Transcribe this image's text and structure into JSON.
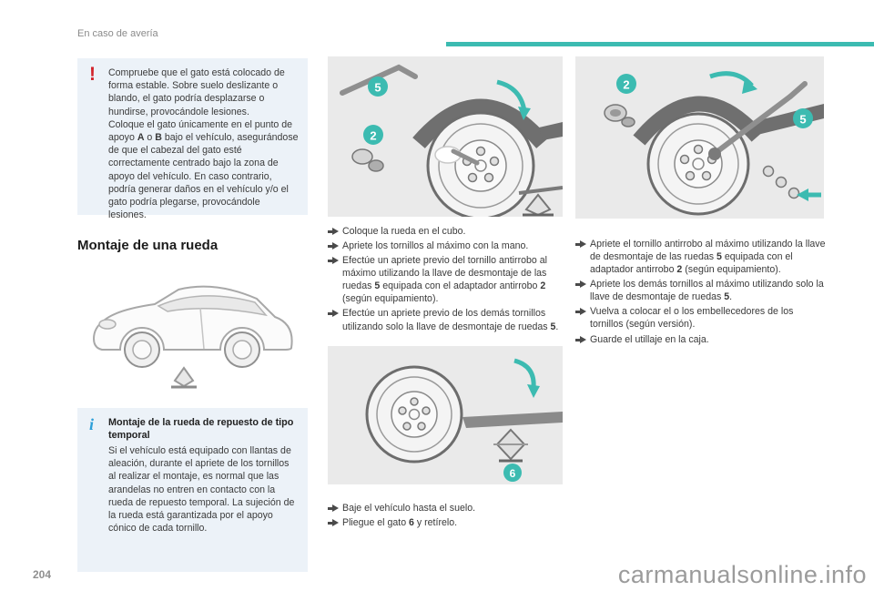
{
  "colors": {
    "accent_teal": "#3CBBB1",
    "block_bg": "#ECF2F8",
    "figure_bg": "#EAEAEA",
    "warning_red": "#D2232A",
    "info_blue": "#2D9FD8"
  },
  "page": {
    "header": "En caso de avería",
    "number": "204",
    "watermark": "carmanualsonline.info"
  },
  "warning": {
    "glyph": "!",
    "p1": "Compruebe que el gato está colocado de forma estable. Sobre suelo deslizante o blando, el gato podría desplazarse o hundirse, provocándole lesiones.",
    "p2_segments": [
      {
        "t": "Coloque el gato únicamente en el punto de apoyo "
      },
      {
        "t": "A",
        "b": true
      },
      {
        "t": " o "
      },
      {
        "t": "B",
        "b": true
      },
      {
        "t": " bajo el vehículo, asegurándose de que el cabezal del gato esté correctamente centrado bajo la zona de apoyo del vehículo. En caso contrario, podría generar daños en el vehículo y/o el gato podría plegarse, provocándole lesiones."
      }
    ]
  },
  "section": {
    "title": "Montaje de una rueda"
  },
  "info": {
    "glyph": "i",
    "title": "Montaje de la rueda de repuesto de tipo temporal",
    "text": "Si el vehículo está equipado con llantas de aleación, durante el apriete de los tornillos al realizar el montaje, es normal que las arandelas no entren en contacto con la rueda de repuesto temporal. La sujeción de la rueda está garantizada por el apoyo cónico de cada tornillo."
  },
  "steps_install": [
    [
      {
        "t": "Coloque la rueda en el cubo."
      }
    ],
    [
      {
        "t": "Apriete los tornillos al máximo con la mano."
      }
    ],
    [
      {
        "t": "Efectúe un apriete previo del tornillo antirrobo al máximo utilizando la llave de desmontaje de las ruedas "
      },
      {
        "t": "5",
        "b": true
      },
      {
        "t": " equipada con el adaptador antirrobo "
      },
      {
        "t": "2",
        "b": true
      },
      {
        "t": " (según equipamiento)."
      }
    ],
    [
      {
        "t": "Efectúe un apriete previo de los demás tornillos utilizando solo la llave de desmontaje de ruedas "
      },
      {
        "t": "5",
        "b": true
      },
      {
        "t": "."
      }
    ]
  ],
  "steps_lower": [
    [
      {
        "t": "Baje el vehículo hasta el suelo."
      }
    ],
    [
      {
        "t": "Pliegue el gato "
      },
      {
        "t": "6",
        "b": true
      },
      {
        "t": " y retírelo."
      }
    ]
  ],
  "steps_tighten": [
    [
      {
        "t": "Apriete el tornillo antirrobo al máximo utilizando la llave de desmontaje de las ruedas "
      },
      {
        "t": "5",
        "b": true
      },
      {
        "t": " equipada con el adaptador antirrobo "
      },
      {
        "t": "2",
        "b": true
      },
      {
        "t": " (según equipamiento)."
      }
    ],
    [
      {
        "t": "Apriete los demás tornillos al máximo utilizando solo la llave de desmontaje de ruedas "
      },
      {
        "t": "5",
        "b": true
      },
      {
        "t": "."
      }
    ],
    [
      {
        "t": "Vuelva a colocar el o los embellecedores de los tornillos (según versión)."
      }
    ],
    [
      {
        "t": "Guarde el utillaje en la caja."
      }
    ]
  ],
  "illustrations": {
    "wheel_wrench": {
      "wrench_label": "5",
      "adapter_label": "2"
    },
    "lower_jack": {
      "jack_label": "6"
    },
    "tighten": {
      "adapter_label": "2",
      "wrench_label": "5"
    }
  }
}
